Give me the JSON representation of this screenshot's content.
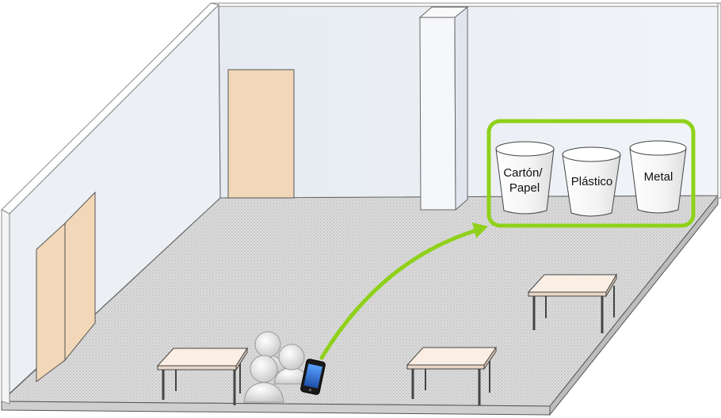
{
  "bins": [
    {
      "label_line1": "Cartón/",
      "label_line2": "Papel"
    },
    {
      "label_line1": "Plástico"
    },
    {
      "label_line1": "Metal"
    }
  ],
  "colors": {
    "floor": "#d9d9d9",
    "floor_dots": "#aaaaaa",
    "wall_face": "#edf1f6",
    "wall_edge": "#ffffff",
    "door": "#f2d8b8",
    "table_top": "#fbeee4",
    "highlight_green": "#8fd11a",
    "outline": "#3a3a3a"
  },
  "icons": {
    "people": "user-group-icon",
    "phone": "smartphone-icon",
    "path": "curved-arrow-icon"
  }
}
